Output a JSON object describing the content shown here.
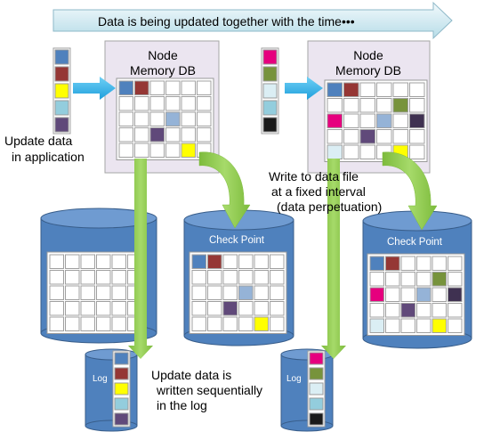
{
  "banner": {
    "text": "Data is being updated together with the time•••"
  },
  "node_left": {
    "title_line1": "Node",
    "title_line2": "Memory DB",
    "queue_colors": [
      "#4f81bd",
      "#953735",
      "#ffff00",
      "#93cddd",
      "#60497a"
    ],
    "grid_cells": [
      {
        "r": 0,
        "c": 0,
        "color": "#4f81bd"
      },
      {
        "r": 0,
        "c": 1,
        "color": "#953735"
      },
      {
        "r": 2,
        "c": 3,
        "color": "#95b3d7"
      },
      {
        "r": 3,
        "c": 2,
        "color": "#60497a"
      },
      {
        "r": 4,
        "c": 4,
        "color": "#ffff00"
      }
    ]
  },
  "node_right": {
    "title_line1": "Node",
    "title_line2": "Memory DB",
    "queue_colors": [
      "#e6007e",
      "#77933c",
      "#dbeef4",
      "#93cddd",
      "#1a1a1a"
    ],
    "grid_cells": [
      {
        "r": 0,
        "c": 0,
        "color": "#4f81bd"
      },
      {
        "r": 0,
        "c": 1,
        "color": "#953735"
      },
      {
        "r": 1,
        "c": 4,
        "color": "#77933c"
      },
      {
        "r": 2,
        "c": 0,
        "color": "#e6007e"
      },
      {
        "r": 2,
        "c": 3,
        "color": "#95b3d7"
      },
      {
        "r": 2,
        "c": 5,
        "color": "#3f3151"
      },
      {
        "r": 3,
        "c": 2,
        "color": "#60497a"
      },
      {
        "r": 4,
        "c": 0,
        "color": "#dbeef4"
      },
      {
        "r": 4,
        "c": 4,
        "color": "#ffff00"
      }
    ]
  },
  "notes": {
    "update_line1": "Update data",
    "update_line2": "in application",
    "write_line1": "Write to data file",
    "write_line2": "at a fixed interval",
    "write_line3": "(data perpetuation)",
    "log_line1": "Update data is",
    "log_line2": "written sequentially",
    "log_line3": "in the log"
  },
  "storage": {
    "checkpoint_label_1": "Check Point",
    "checkpoint_label_2": "Check Point",
    "log_label_1": "Log",
    "log_label_2": "Log"
  },
  "colors": {
    "cylinder": "#4f81bd",
    "cylinder_dark": "#385d8a",
    "node_box": "#ebe5f0",
    "arrow_green": "#92d050",
    "arrow_blue": "#2eafea",
    "banner_fill": "#dbeef4"
  }
}
